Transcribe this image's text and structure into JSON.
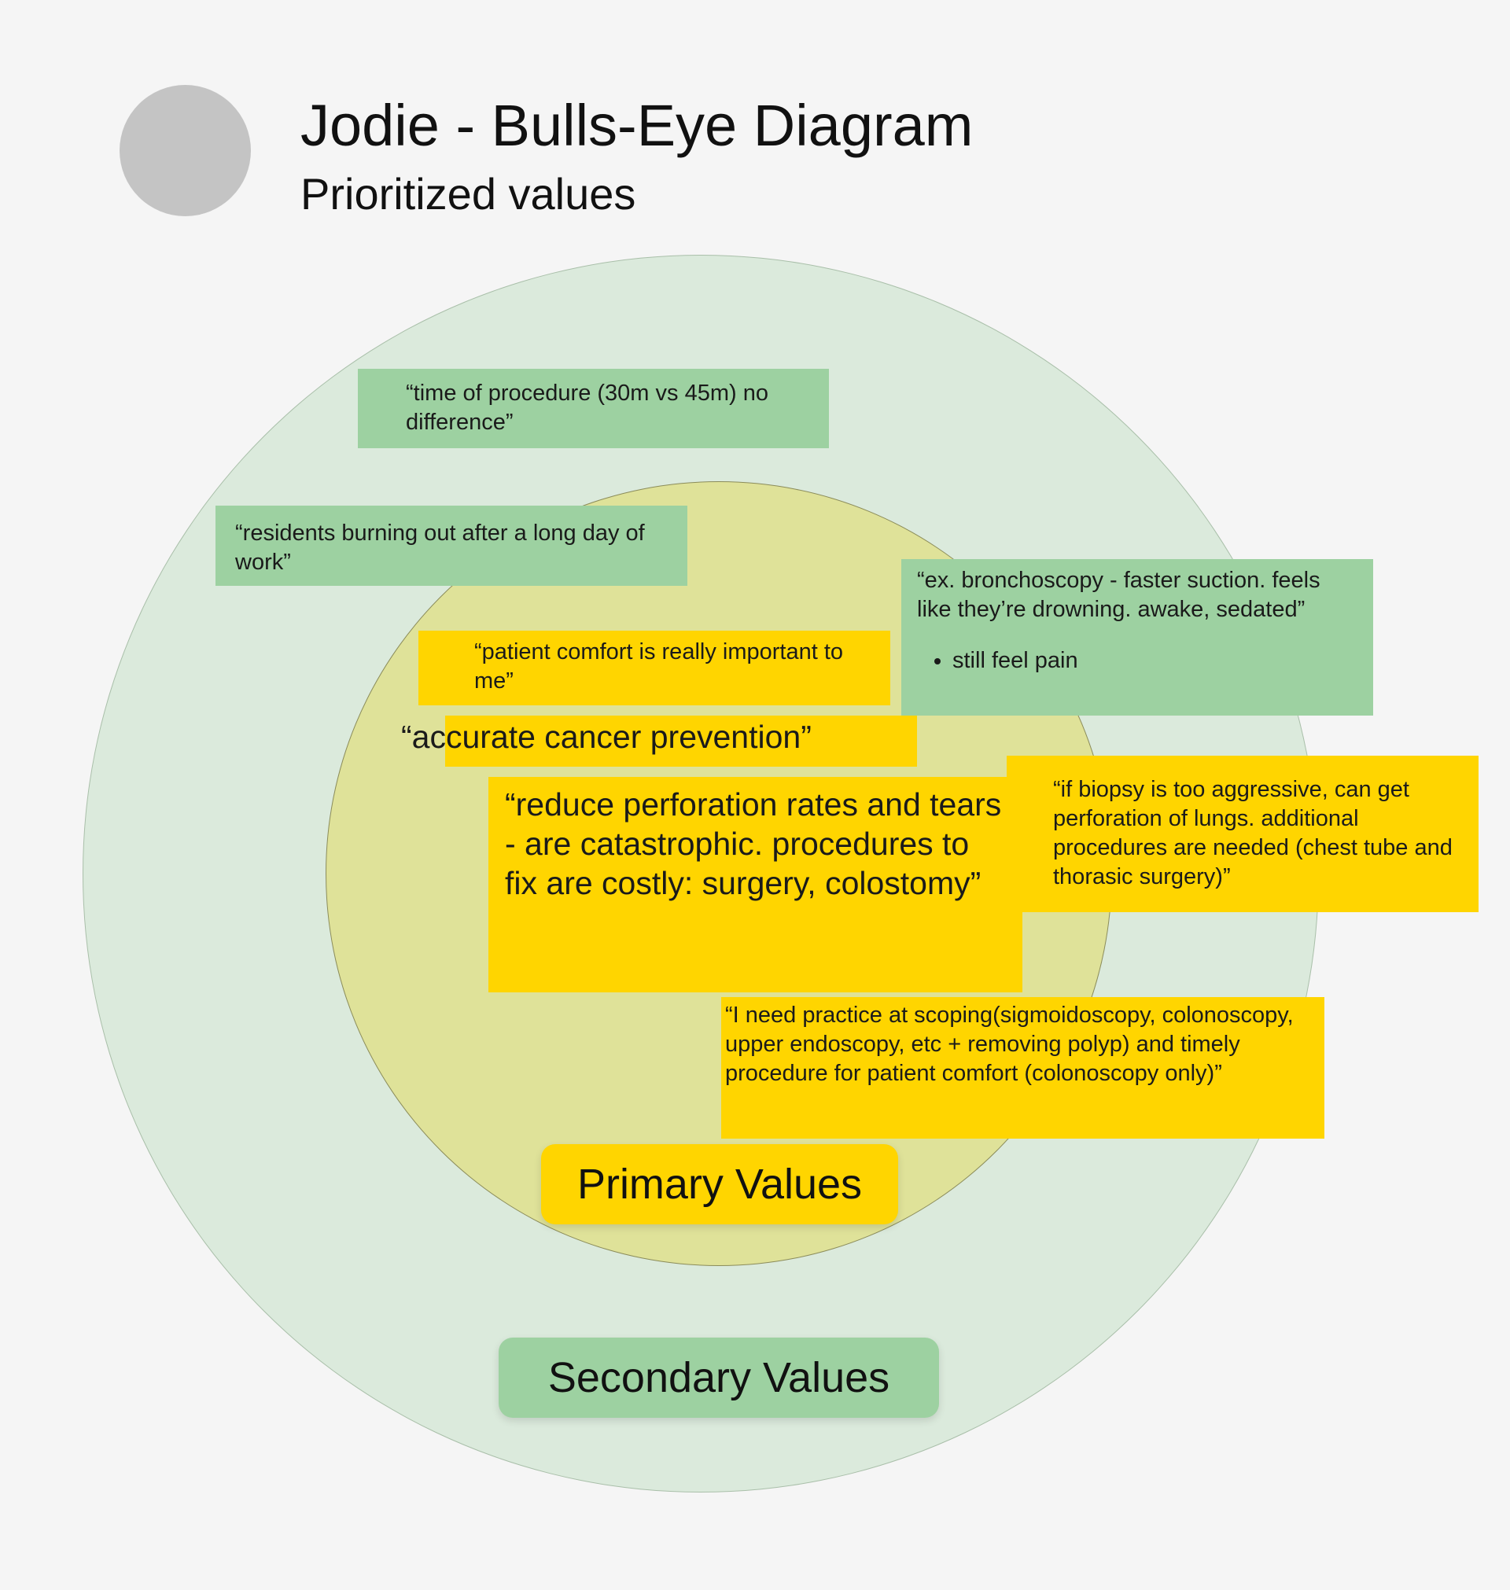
{
  "header": {
    "title": "Jodie - Bulls-Eye Diagram",
    "subtitle": "Prioritized values"
  },
  "colors": {
    "background": "#f5f5f5",
    "outer_ring": "#dbeadc",
    "inner_ring": "#dfe299",
    "secondary_note": "#9dd1a1",
    "primary_note": "#ffd500",
    "avatar": "#c4c4c4"
  },
  "rings": {
    "primary_label": "Primary Values",
    "secondary_label": "Secondary Values"
  },
  "notes": {
    "time_of_procedure": "“time of procedure (30m vs 45m) no difference”",
    "residents": "“residents burning out after a long day of work”",
    "bronchoscopy": "“ex. bronchoscopy - faster suction. feels like they’re drowning. awake, sedated”",
    "bronchoscopy_bullet": "still feel pain",
    "patient_comfort": "“patient comfort is really important to me”",
    "cancer_prevention": "“accurate cancer prevention”",
    "perforation": "“reduce perforation rates and tears - are catastrophic. procedures to fix are costly: surgery, colostomy”",
    "biopsy": "“if biopsy is too aggressive, can get perforation of lungs. additional procedures are needed (chest tube and thorasic surgery)”",
    "practice": "“I need practice at scoping(sigmoidoscopy, colonoscopy, upper endoscopy, etc + removing polyp) and timely procedure for patient comfort (colonoscopy only)”"
  }
}
